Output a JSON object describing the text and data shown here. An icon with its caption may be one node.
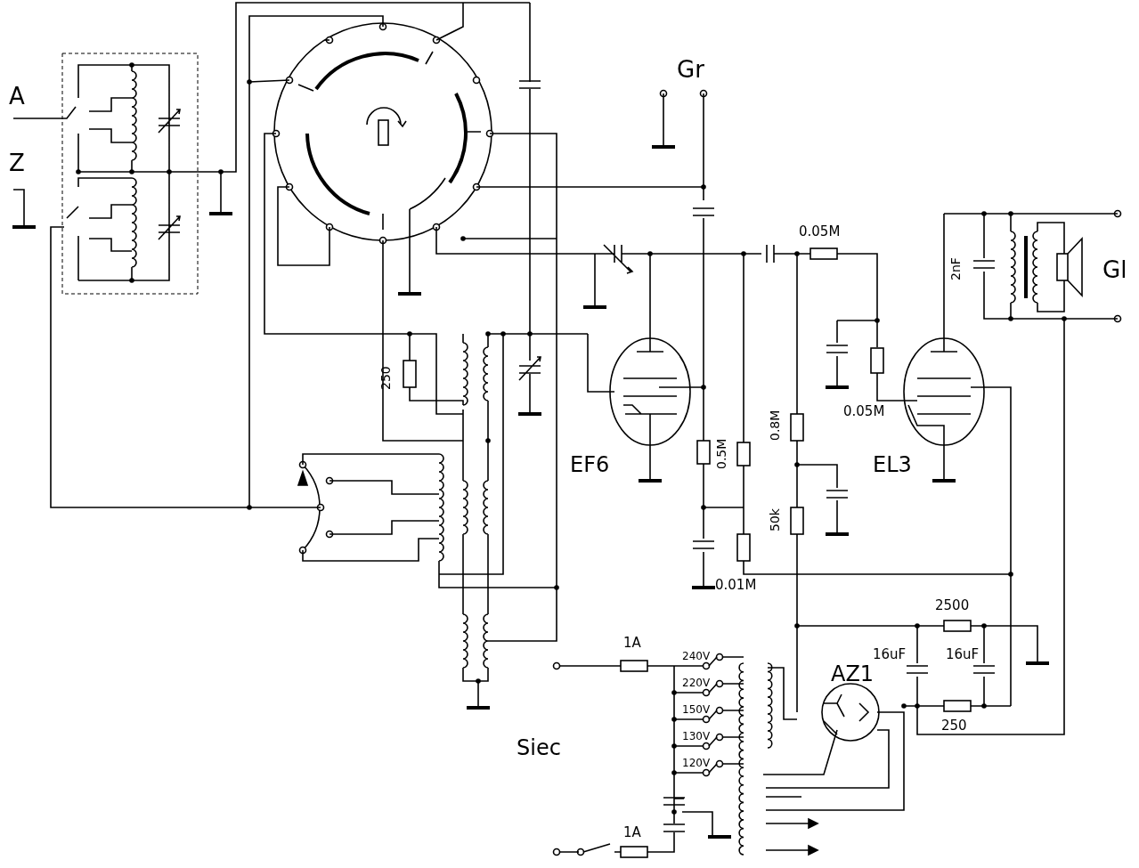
{
  "diagram": {
    "labels": [
      "Gr",
      "A",
      "Z",
      "0.05M",
      "Gl",
      "2nF",
      "250",
      "0.05M",
      "0.8M",
      "EF6",
      "0.5M",
      "EL3",
      "50k",
      "0.01M",
      "2500",
      "1A",
      "16uF",
      "16uF",
      "240V",
      "AZ1",
      "220V",
      "150V",
      "250",
      "130V",
      "Siec",
      "120V",
      "1A"
    ]
  }
}
